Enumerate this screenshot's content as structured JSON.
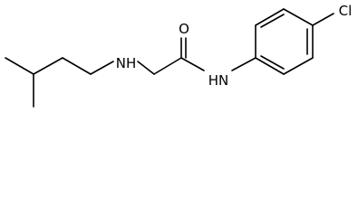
{
  "molecule": {
    "atoms": {
      "amine_n": {
        "symbol": "N",
        "hydrogens": "H",
        "text": "NH"
      },
      "carbonyl_o": {
        "symbol": "O",
        "text": "O"
      },
      "amide_n": {
        "symbol": "N",
        "hydrogens": "H",
        "text": "HN"
      },
      "chlorine": {
        "symbol": "Cl",
        "text": "Cl"
      }
    },
    "colors": {
      "bond": "#000000",
      "label": "#000000",
      "background": "#ffffff"
    }
  }
}
